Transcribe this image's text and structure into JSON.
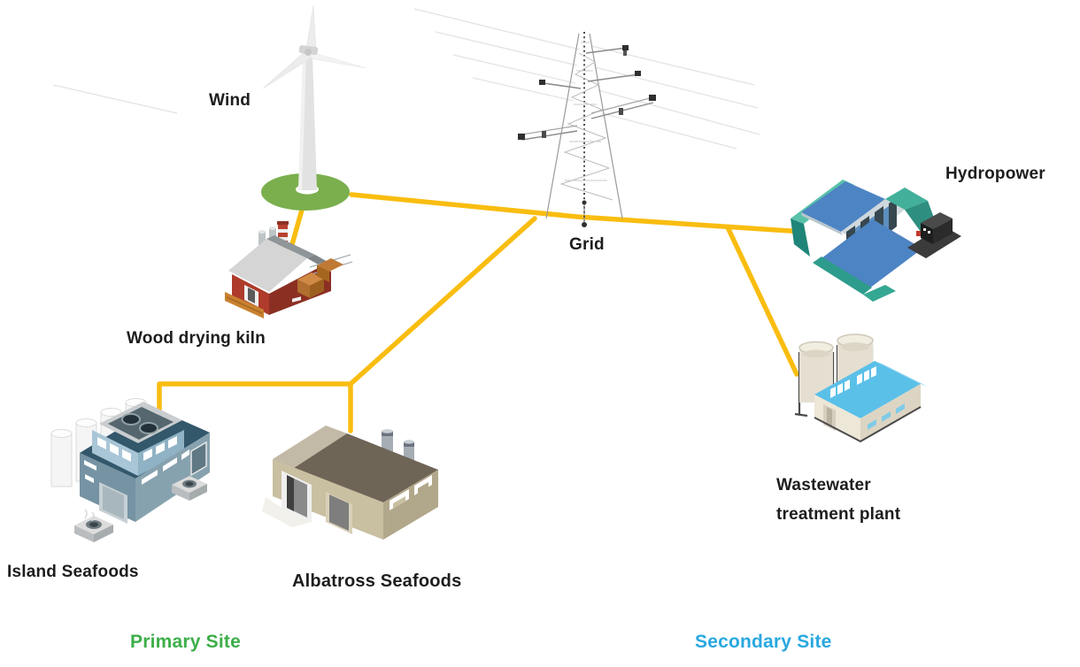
{
  "diagram": {
    "type": "energy-network-diagram",
    "line_color": "#F9BD10",
    "wire_ghost_color": "#E3E3E3"
  },
  "nodes": {
    "wind": {
      "label": "Wind",
      "icon": "wind-turbine-icon"
    },
    "grid": {
      "label": "Grid",
      "icon": "transmission-tower-icon"
    },
    "hydropower": {
      "label": "Hydropower",
      "icon": "hydropower-dam-icon"
    },
    "wood_kiln": {
      "label": "Wood drying kiln",
      "icon": "wood-kiln-icon"
    },
    "island_seafoods": {
      "label": "Island Seafoods",
      "icon": "factory-icon"
    },
    "albatross_seafoods": {
      "label": "Albatross Seafoods",
      "icon": "warehouse-icon"
    },
    "wastewater": {
      "label": "Wastewater treatment plant",
      "icon": "treatment-plant-icon"
    }
  },
  "sites": {
    "primary": {
      "label": "Primary Site",
      "color": "#3DAE49"
    },
    "secondary": {
      "label": "Secondary Site",
      "color": "#29A8E0"
    }
  },
  "connections": [
    {
      "from": "Wind",
      "to": "Grid"
    },
    {
      "from": "Grid",
      "to": "Hydropower"
    },
    {
      "from": "Wind",
      "to": "Wood drying kiln"
    },
    {
      "from": "Grid",
      "to": "Albatross Seafoods"
    },
    {
      "from": "Albatross Seafoods",
      "to": "Island Seafoods"
    },
    {
      "from": "Grid",
      "to": "Wastewater treatment plant"
    }
  ],
  "icon_colors": {
    "pad_green": "#7BAF4D",
    "dam_teal": "#35A893",
    "water_blue": "#4D84C4",
    "kiln_red": "#AE3B2B",
    "factory_slate": "#33576B",
    "warehouse_tan": "#C9BFA1",
    "plant_roof_blue": "#5BC0E8"
  }
}
